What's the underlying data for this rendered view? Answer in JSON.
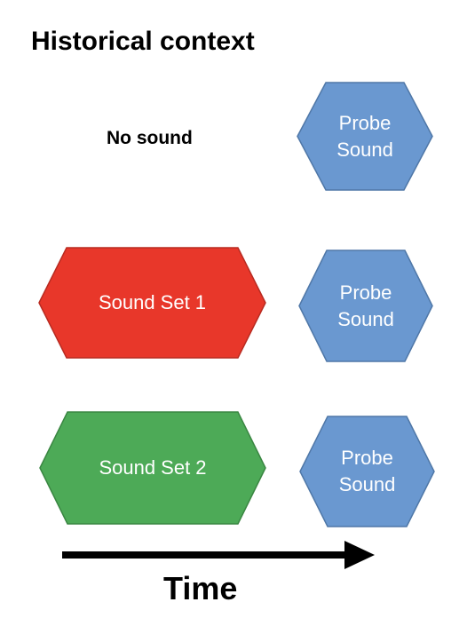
{
  "title": "Historical context",
  "no_sound_label": "No sound",
  "rows": [
    {
      "context": "",
      "probe": "Probe\nSound"
    },
    {
      "context": "Sound Set 1",
      "probe": "Probe\nSound"
    },
    {
      "context": "Sound Set 2",
      "probe": "Probe\nSound"
    }
  ],
  "time_label": "Time",
  "colors": {
    "probe": "#6a98d0",
    "probe_stroke": "#4f77a7",
    "sound_set_1": "#e8372a",
    "sound_set_1_stroke": "#b82b21",
    "sound_set_2": "#4daa57",
    "sound_set_2_stroke": "#3a8642",
    "arrow": "#000000"
  }
}
